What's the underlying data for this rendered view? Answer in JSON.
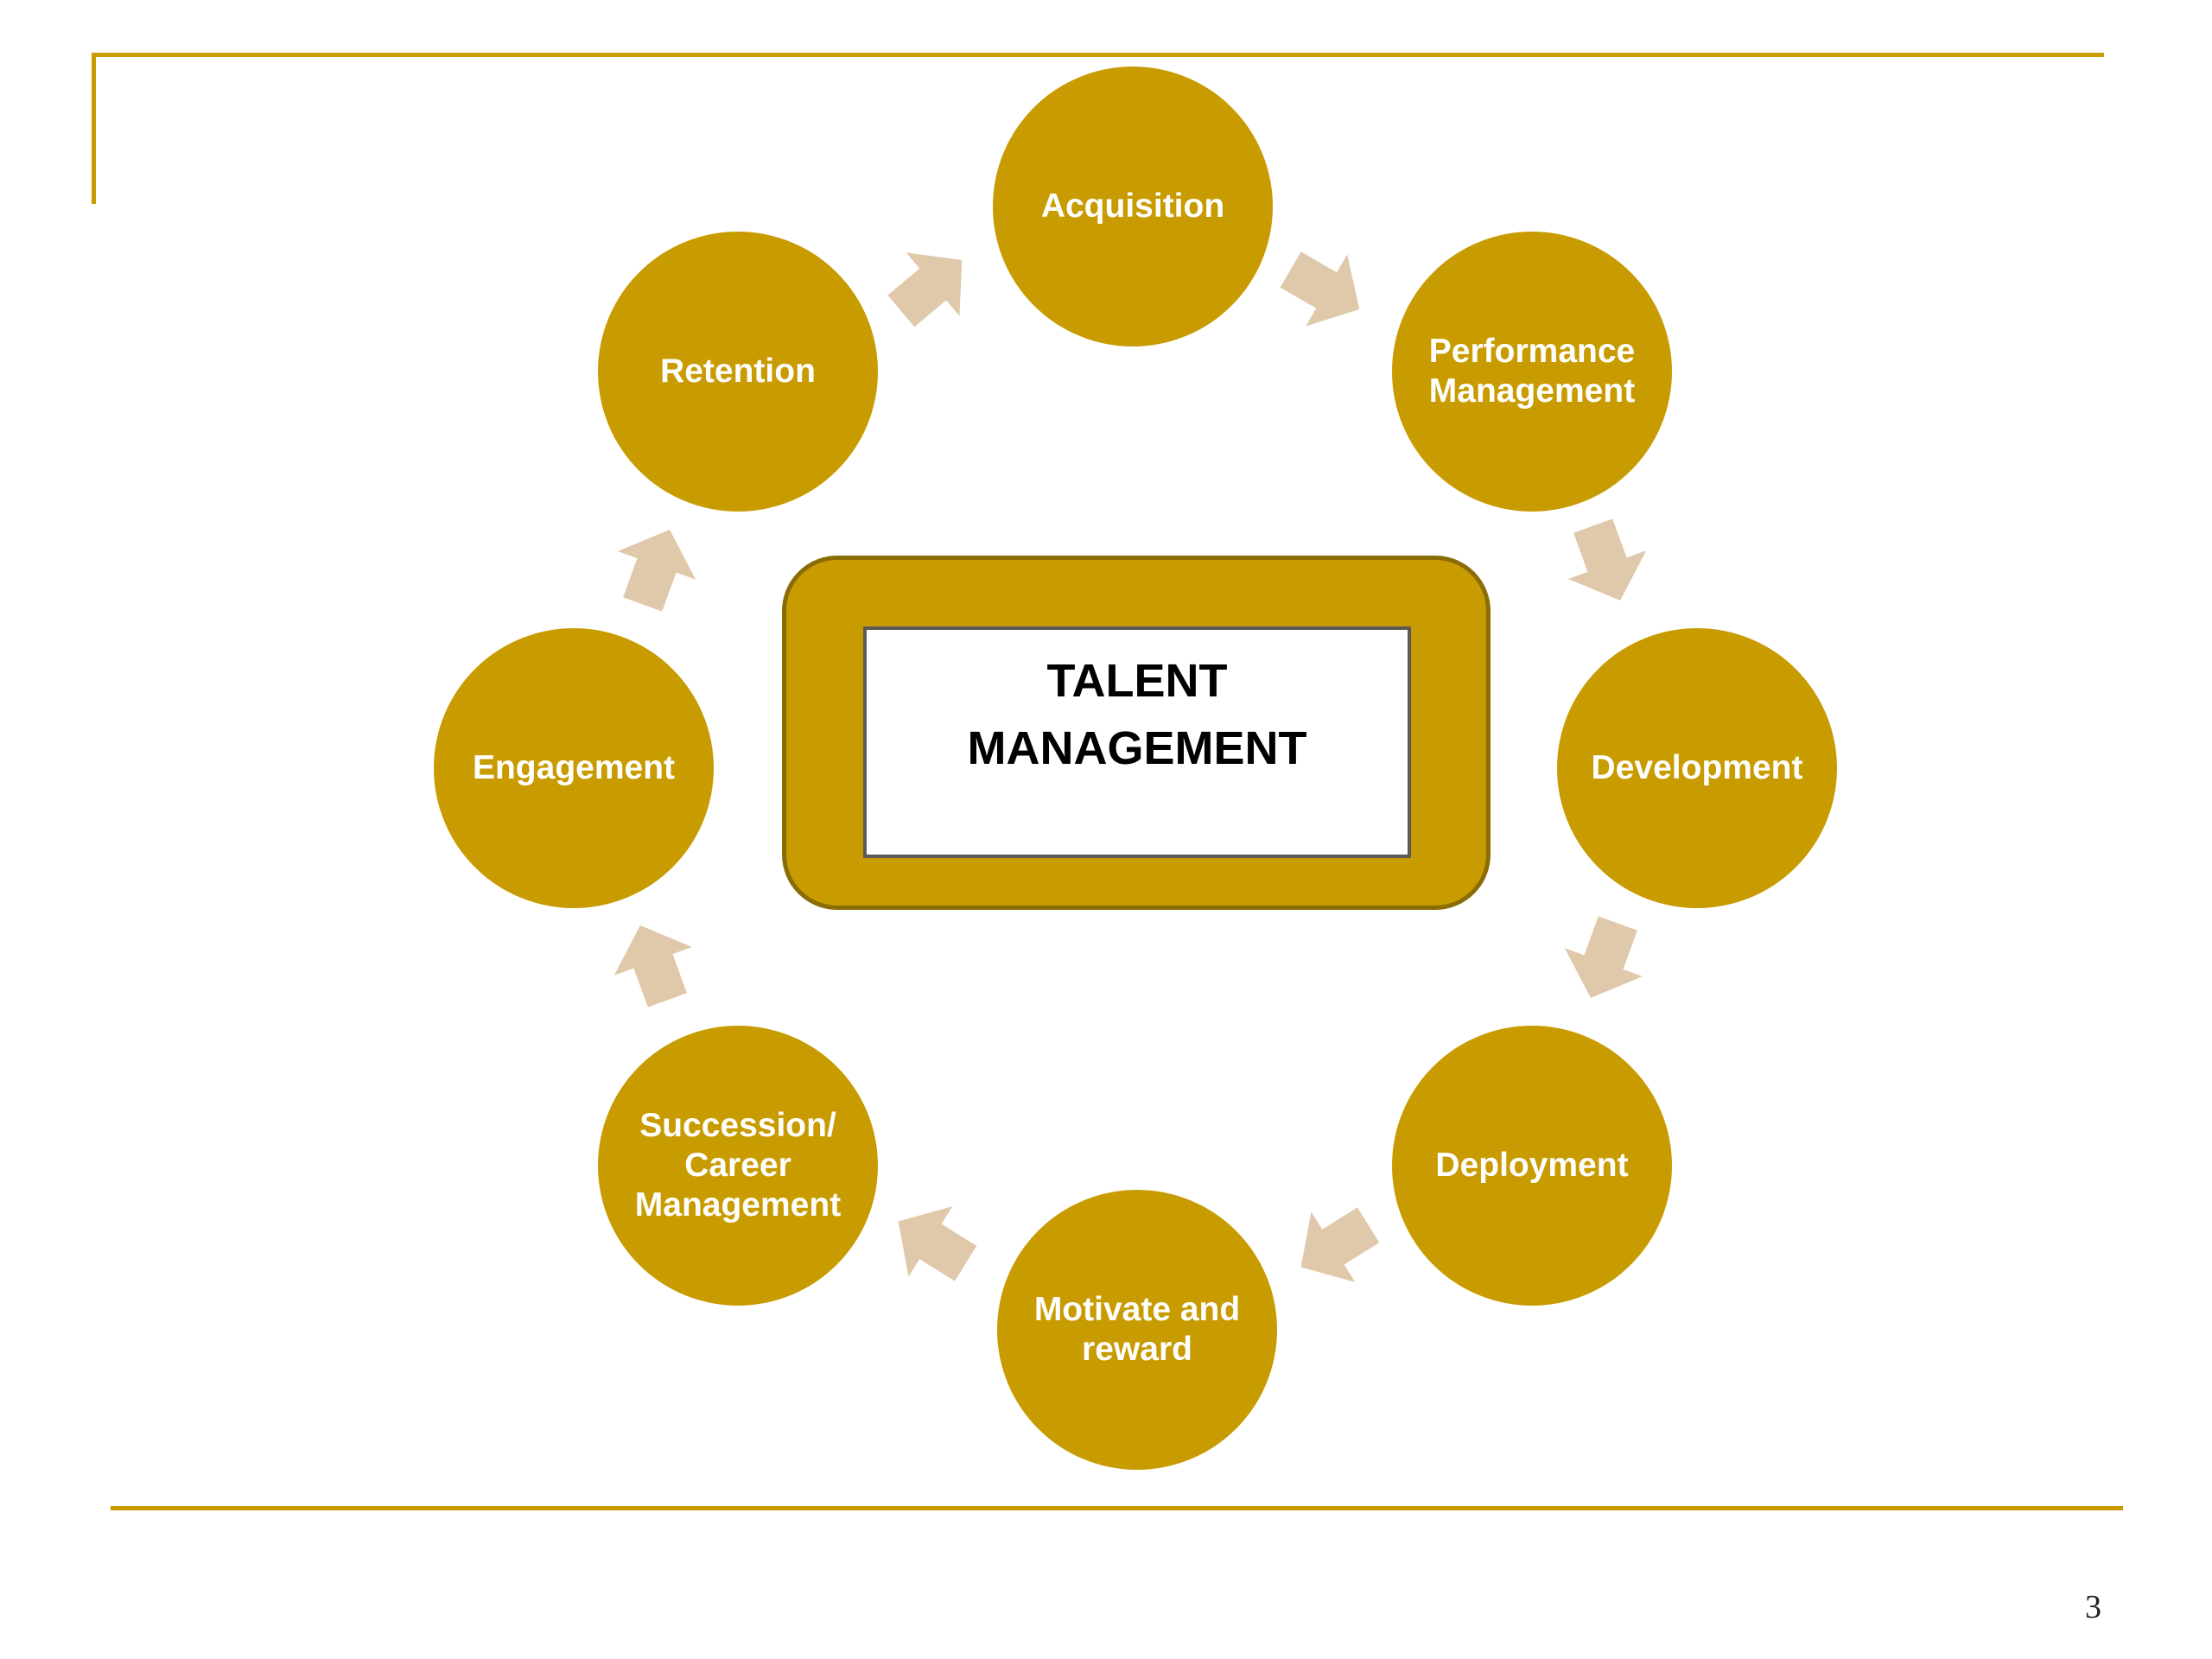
{
  "diagram": {
    "title": "TALENT\nMANAGEMENT",
    "cycle_direction": "clockwise",
    "nodes": [
      {
        "id": "acquisition",
        "label": "Acquisition"
      },
      {
        "id": "performance",
        "label": "Performance\nManagement"
      },
      {
        "id": "development",
        "label": "Development"
      },
      {
        "id": "deployment",
        "label": "Deployment"
      },
      {
        "id": "motivate",
        "label": "Motivate and\nreward"
      },
      {
        "id": "succession",
        "label": "Succession/\nCareer\nManagement"
      },
      {
        "id": "engagement",
        "label": "Engagement"
      },
      {
        "id": "retention",
        "label": "Retention"
      }
    ],
    "arrows": [
      {
        "from": "retention",
        "to": "acquisition"
      },
      {
        "from": "acquisition",
        "to": "performance"
      },
      {
        "from": "performance",
        "to": "development"
      },
      {
        "from": "development",
        "to": "deployment"
      },
      {
        "from": "deployment",
        "to": "motivate"
      },
      {
        "from": "motivate",
        "to": "succession"
      },
      {
        "from": "succession",
        "to": "engagement"
      },
      {
        "from": "engagement",
        "to": "retention"
      }
    ]
  },
  "colors": {
    "node_fill": "#c89b00",
    "arrow_fill": "#e0c9aa",
    "frame_border": "#8a6b06",
    "rule": "#c89b00"
  },
  "page_number": "3"
}
